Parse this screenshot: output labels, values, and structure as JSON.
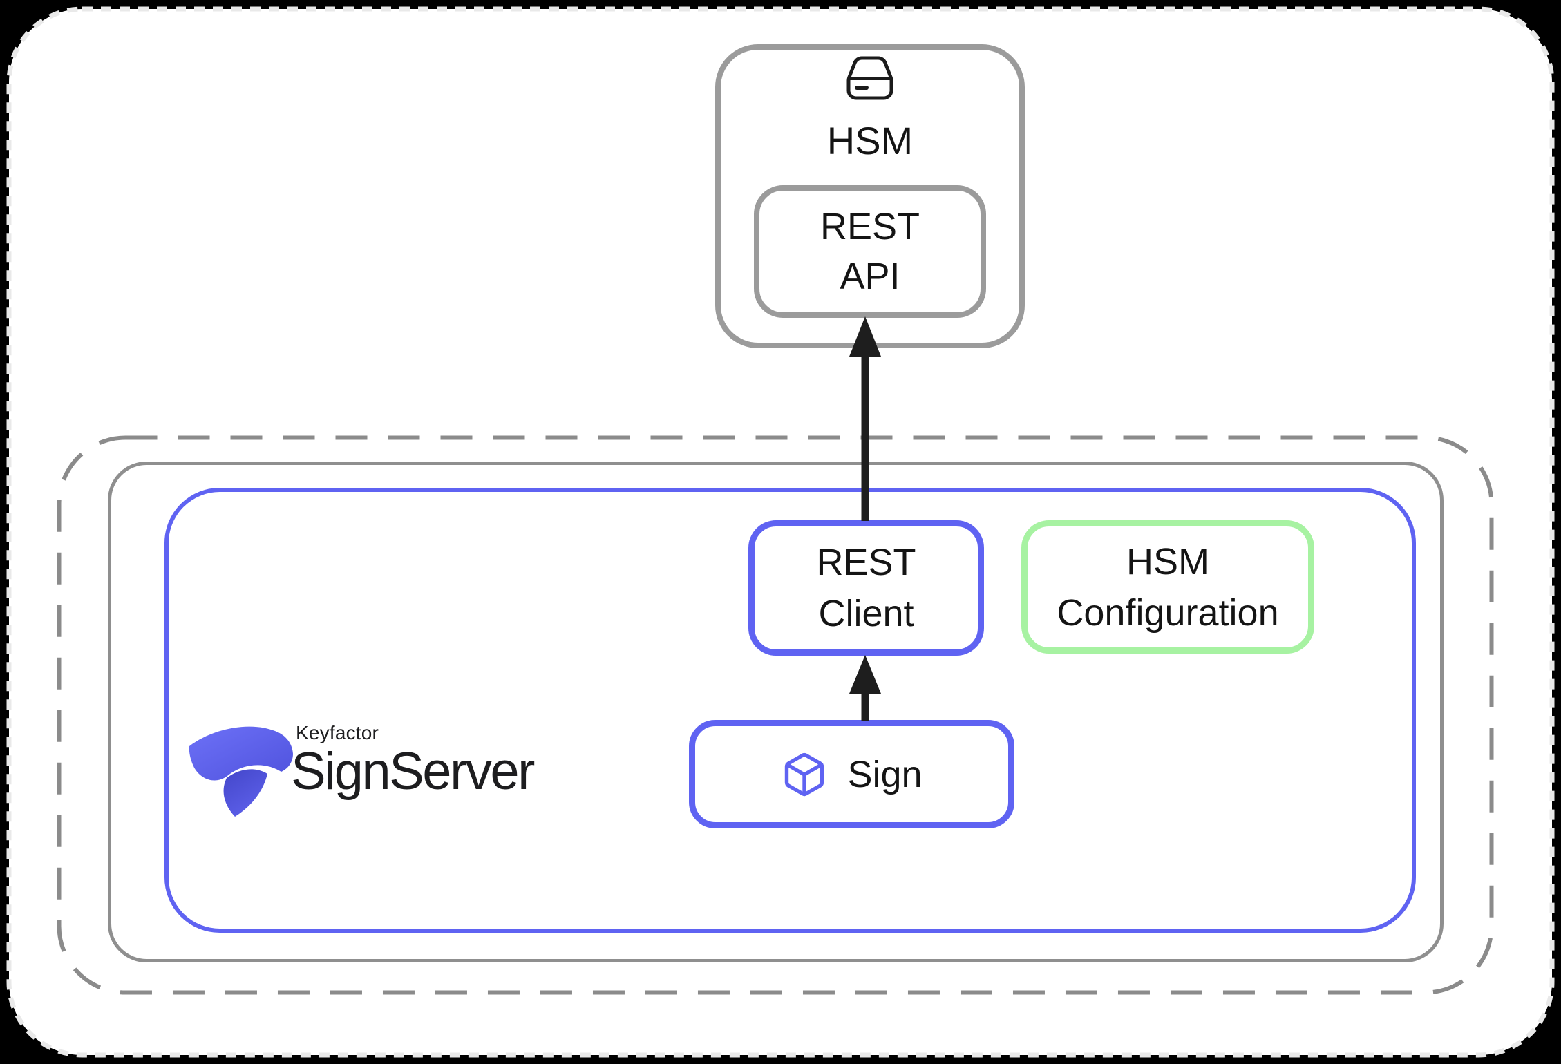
{
  "page": {
    "background": "#000000",
    "card_fill": "#ffffff",
    "card_border": "#e9e9e9"
  },
  "colors": {
    "accent_blue": "#5f63f2",
    "accent_green": "#a7f2a2",
    "container_gray": "#8f8f8f",
    "node_gray": "#9b9b9b",
    "arrow_black": "#1e1e1e",
    "text": "#141414",
    "brand_indigo_light": "#6d71f7",
    "brand_indigo_dark": "#4346c9"
  },
  "hsm_node": {
    "title": "HSM",
    "icon": "drive-icon",
    "rest_api": {
      "line1": "REST",
      "line2": "API"
    }
  },
  "signserver_group": {
    "logo": {
      "brand": "Keyfactor",
      "product": "SignServer",
      "icon": "keyfactor-ribbon-logo"
    },
    "rest_client": {
      "line1": "REST",
      "line2": "Client"
    },
    "hsm_configuration": {
      "line1": "HSM",
      "line2": "Configuration"
    },
    "sign": {
      "label": "Sign",
      "icon": "cube-icon"
    }
  }
}
